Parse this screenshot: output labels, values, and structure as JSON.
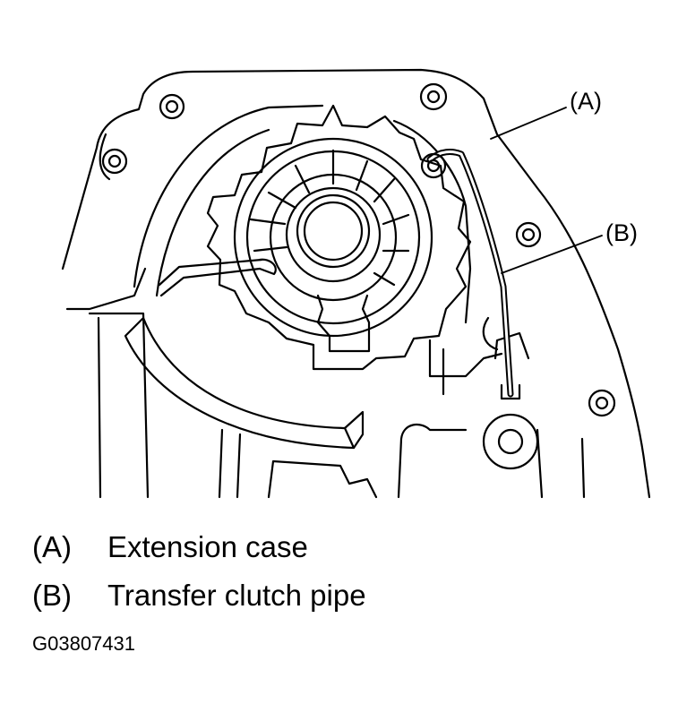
{
  "callouts": {
    "a": "(A)",
    "b": "(B)"
  },
  "legend": [
    {
      "key": "(A)",
      "text": "Extension case"
    },
    {
      "key": "(B)",
      "text": "Transfer clutch pipe"
    }
  ],
  "figure_id": "G03807431"
}
